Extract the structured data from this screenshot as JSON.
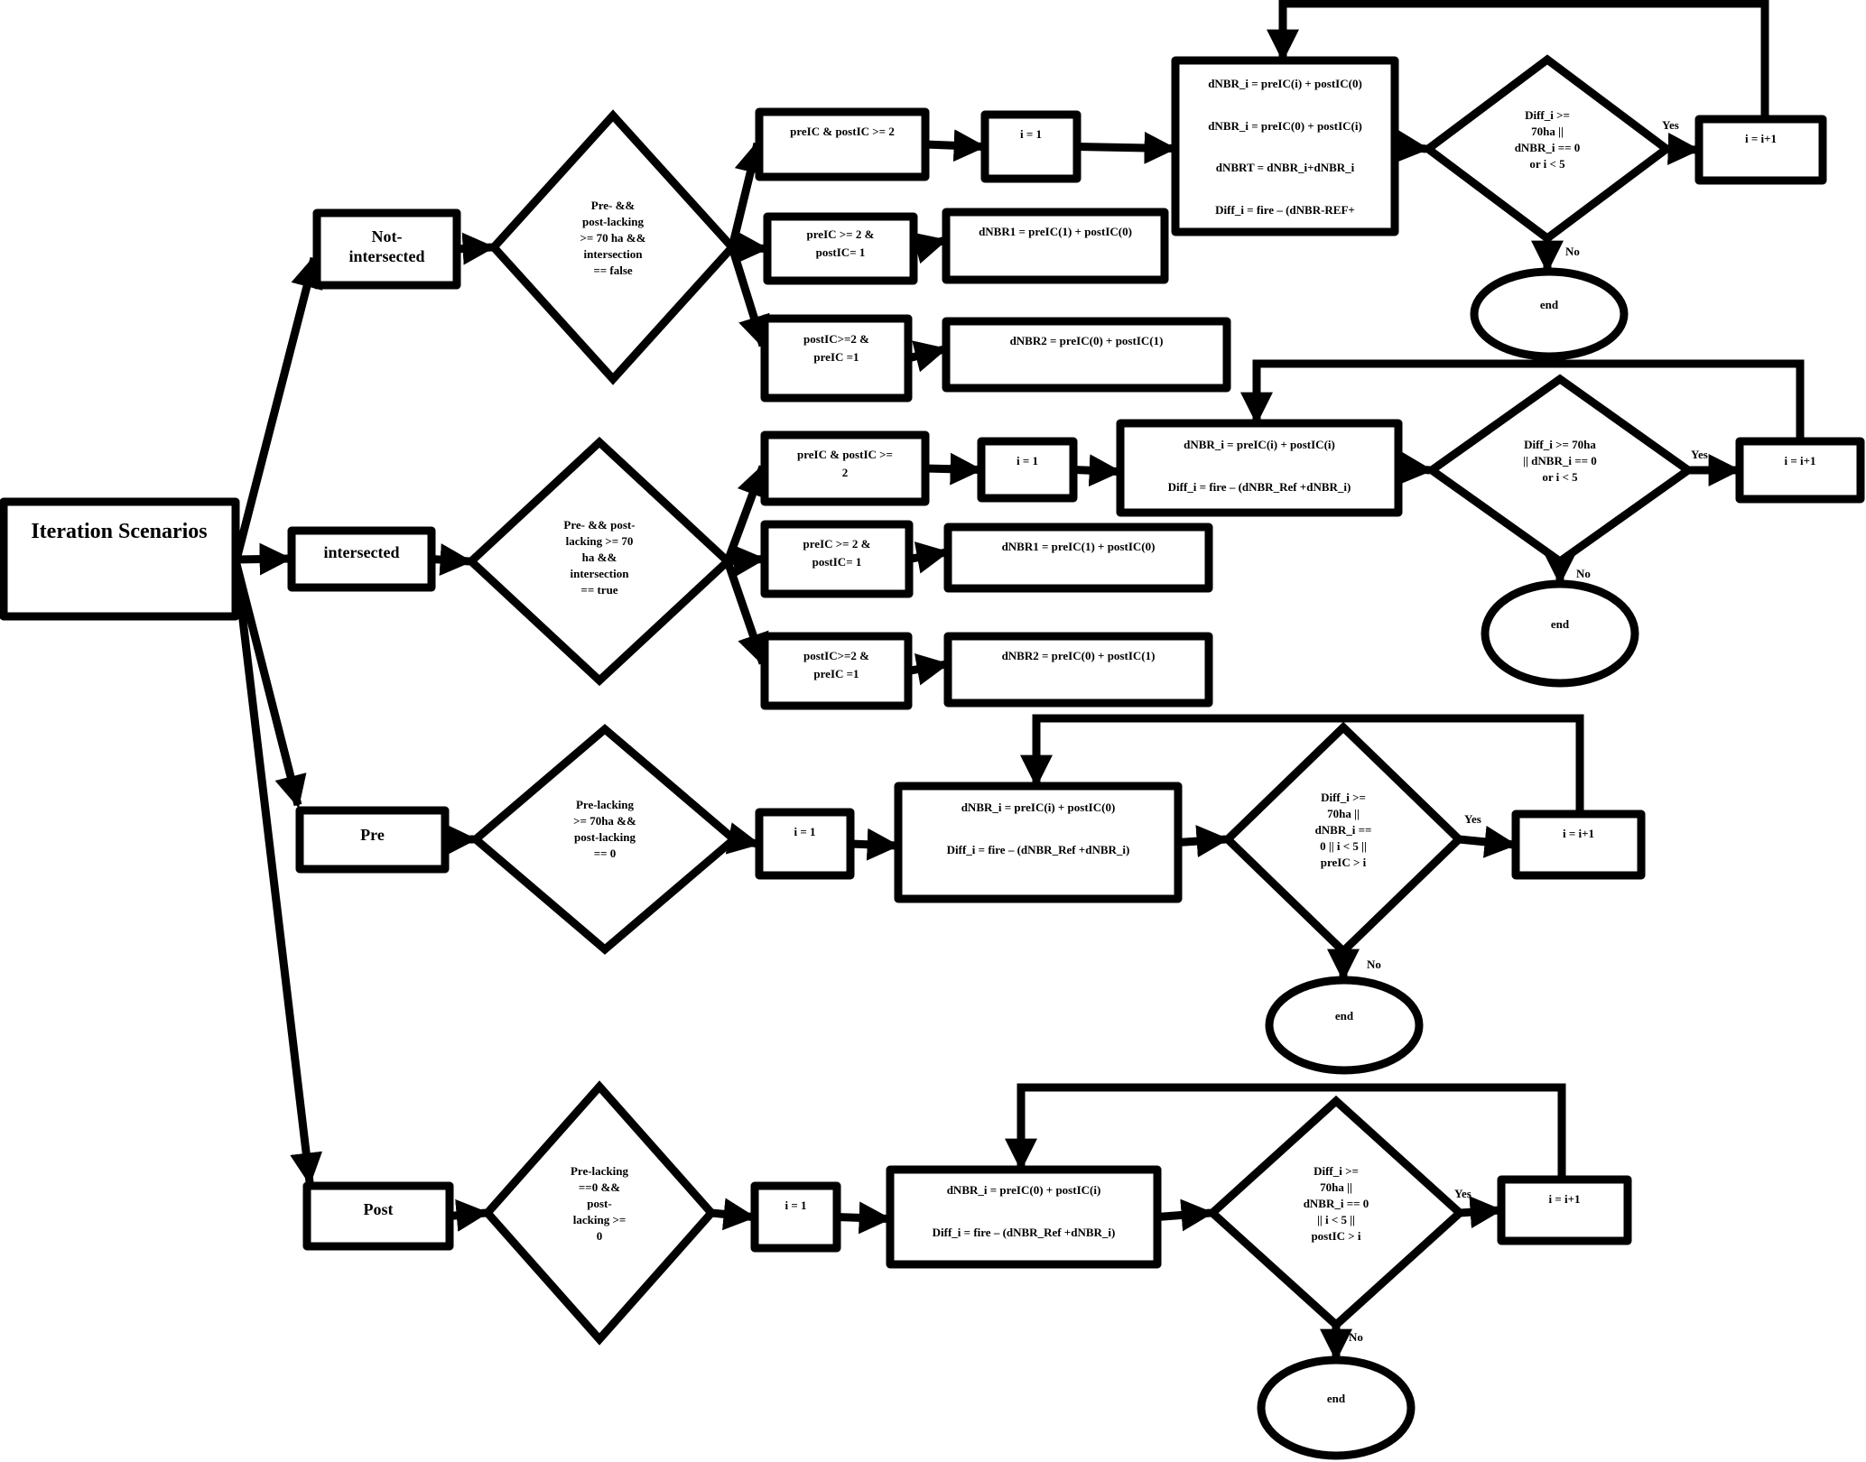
{
  "title": "Iteration Scenarios",
  "labels": {
    "yes": "Yes",
    "no": "No",
    "end": "end"
  },
  "colors": {
    "stroke": "#000000",
    "background": "#ffffff"
  },
  "scenarios": [
    {
      "name": "Not-intersected",
      "name_lines": [
        "Not-",
        "intersected"
      ],
      "condition_lines": [
        "Pre-  &&",
        "post-lacking",
        ">= 70 ha &&",
        "intersection",
        "== false"
      ],
      "branches": [
        {
          "condition_lines": [
            "preIC & postIC >= 2"
          ]
        },
        {
          "condition_lines": [
            "preIC >= 2 &",
            "postIC= 1"
          ],
          "result": "dNBR1 = preIC(1) + postIC(0)"
        },
        {
          "condition_lines": [
            "postIC>=2 &",
            "preIC =1"
          ],
          "result": "dNBR2 = preIC(0) + postIC(1)"
        }
      ],
      "init": "i = 1",
      "process_lines": [
        "dNBR_i = preIC(i)  + postIC(0)",
        "dNBR_i = preIC(0)  + postIC(i)",
        "dNBRT  = dNBR_i+dNBR_i",
        "Diff_i = fire – (dNBR-REF+"
      ],
      "decision_lines": [
        "Diff_i >=",
        "70ha ||",
        "dNBR_i == 0",
        "or i < 5"
      ],
      "increment": "i = i+1"
    },
    {
      "name": "intersected",
      "name_lines": [
        "intersected"
      ],
      "condition_lines": [
        "Pre-  && post-",
        "lacking >= 70",
        "ha &&",
        "intersection",
        "== true"
      ],
      "branches": [
        {
          "condition_lines": [
            "preIC & postIC >=",
            "2"
          ]
        },
        {
          "condition_lines": [
            "preIC >= 2 &",
            "postIC= 1"
          ],
          "result": "dNBR1 = preIC(1) + postIC(0)"
        },
        {
          "condition_lines": [
            "postIC>=2 &",
            "preIC =1"
          ],
          "result": "dNBR2 = preIC(0) + postIC(1)"
        }
      ],
      "init": "i = 1",
      "process_lines": [
        "dNBR_i = preIC(i)  + postIC(i)",
        "Diff_i = fire – (dNBR_Ref +dNBR_i)"
      ],
      "decision_lines": [
        "Diff_i >= 70ha",
        "|| dNBR_i == 0",
        "or i < 5"
      ],
      "increment": "i = i+1"
    },
    {
      "name": "Pre",
      "name_lines": [
        "Pre"
      ],
      "condition_lines": [
        "Pre-lacking",
        ">= 70ha &&",
        "post-lacking",
        "== 0"
      ],
      "init": "i = 1",
      "process_lines": [
        "dNBR_i = preIC(i)  + postIC(0)",
        "Diff_i = fire – (dNBR_Ref +dNBR_i)"
      ],
      "decision_lines": [
        "Diff_i >=",
        "70ha ||",
        "dNBR_i ==",
        "0 ||  i < 5 ||",
        "preIC > i"
      ],
      "increment": "i = i+1"
    },
    {
      "name": "Post",
      "name_lines": [
        "Post"
      ],
      "condition_lines": [
        "Pre-lacking",
        "==0 &&",
        "post-",
        "lacking >=",
        "0"
      ],
      "init": "i = 1",
      "process_lines": [
        "dNBR_i = preIC(0)  + postIC(i)",
        "Diff_i = fire – (dNBR_Ref +dNBR_i)"
      ],
      "decision_lines": [
        "Diff_i >=",
        "70ha ||",
        "dNBR_i == 0",
        "||  i < 5 ||",
        "postIC > i"
      ],
      "increment": "i = i+1"
    }
  ]
}
